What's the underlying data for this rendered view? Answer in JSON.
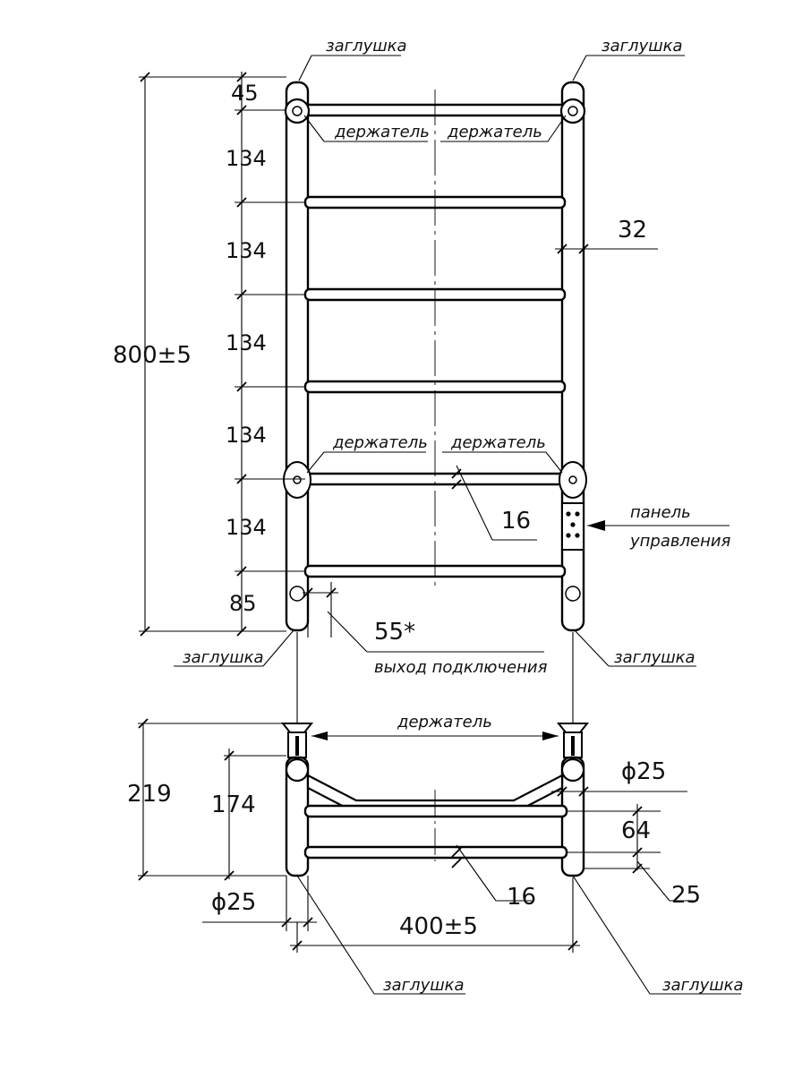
{
  "labels": {
    "plug": "заглушка",
    "holder": "держатель",
    "control_panel_1": "панель",
    "control_panel_2": "управления",
    "connection_outlet": "выход подключения"
  },
  "dimensions": {
    "top_offset": "45",
    "rung_pitch": "134",
    "total_height": "800±5",
    "bottom_offset": "85",
    "outlet_offset": "55*",
    "tube_diameter_front": "32",
    "rung_diameter": "16",
    "depth_total": "219",
    "depth_holder": "174",
    "tube_diameter_side": "ϕ25",
    "tube_diameter_side_left": "ϕ25",
    "rung_spacing_side": "64",
    "bottom_plug_offset": "25",
    "width_total": "400±5",
    "rung_diameter_side": "16"
  }
}
